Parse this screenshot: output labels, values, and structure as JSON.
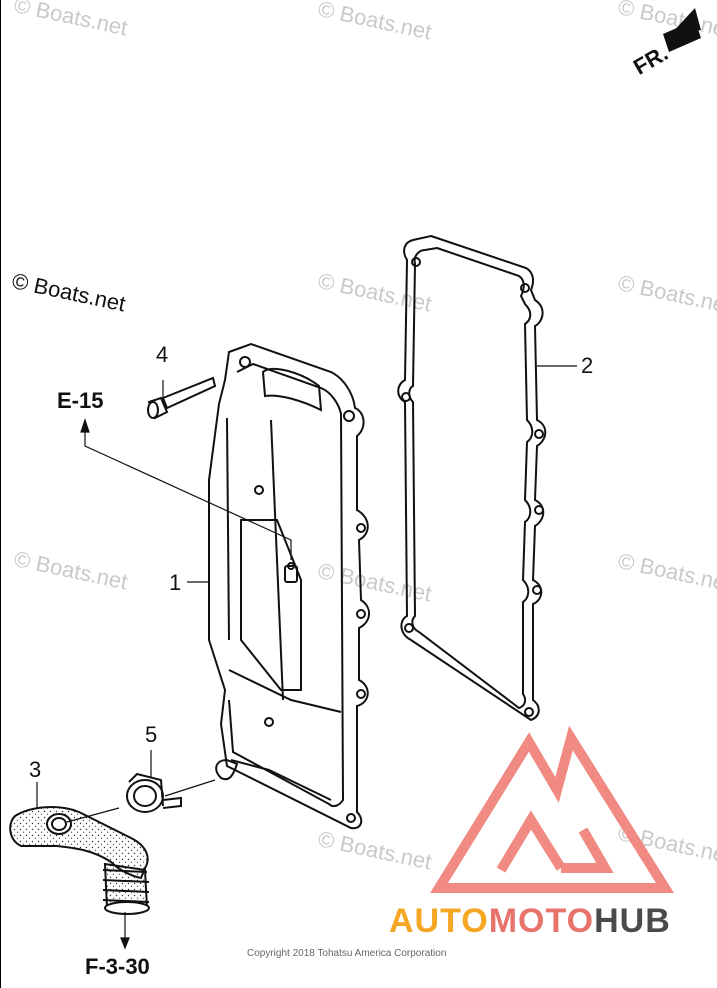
{
  "watermark": {
    "text": "© Boats.net"
  },
  "orientation": {
    "label": "FR."
  },
  "callouts": {
    "part1": "1",
    "part2": "2",
    "part3": "3",
    "part4": "4",
    "part5": "5"
  },
  "references": {
    "top": "E-15",
    "bottom": "F-3-30"
  },
  "copyright": "Copyright 2018 Tohatsu America Corporation",
  "brand": {
    "part_a": "AUTO",
    "part_b": "MOTO",
    "part_c": "HUB"
  },
  "colors": {
    "brand_orange": "#f5a623",
    "brand_red": "#e8736b",
    "brand_gray": "#4a4a4a",
    "logo_red": "#f08a82"
  }
}
